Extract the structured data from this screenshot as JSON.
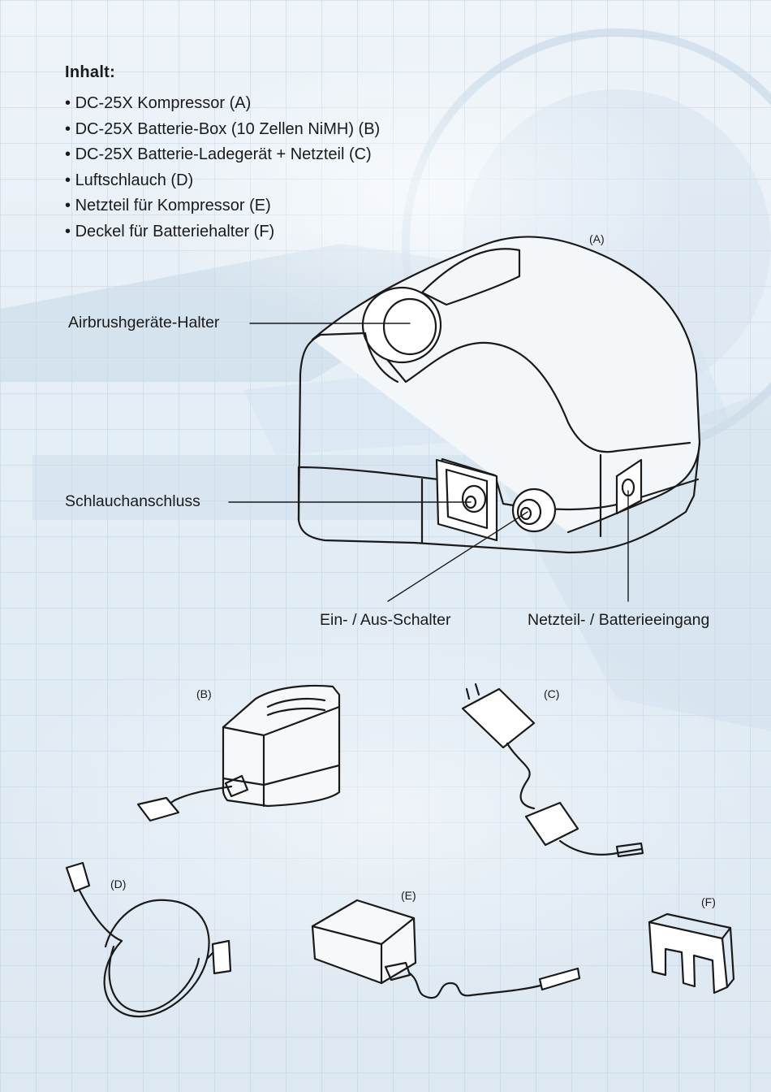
{
  "inhalt": {
    "title": "Inhalt:",
    "items": [
      "DC-25X Kompressor (A)",
      "DC-25X Batterie-Box (10 Zellen NiMH) (B)",
      "DC-25X Batterie-Ladegerät + Netzteil (C)",
      "Luftschlauch (D)",
      "Netzteil für Kompressor (E)",
      "Deckel für Batteriehalter (F)"
    ]
  },
  "callouts": {
    "holder": "Airbrushgeräte-Halter",
    "hose_port": "Schlauchanschluss",
    "switch": "Ein- / Aus-Schalter",
    "power_input": "Netzteil- / Batterieeingang"
  },
  "parts": {
    "a": "(A)",
    "b": "(B)",
    "c": "(C)",
    "d": "(D)",
    "e": "(E)",
    "f": "(F)"
  },
  "colors": {
    "background": "#e3edf5",
    "grid": "#b9cde0",
    "ink": "#1a1a1a"
  }
}
